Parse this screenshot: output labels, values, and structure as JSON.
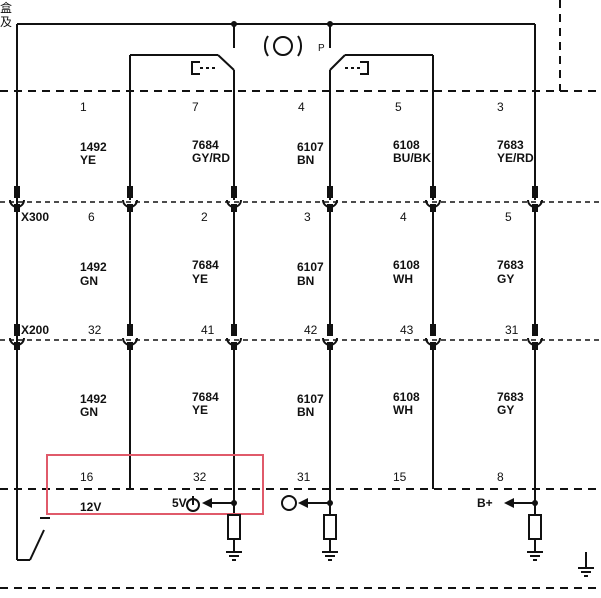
{
  "title_fragment": [
    "盒",
    "及"
  ],
  "switch_symbol": "( )",
  "switch_p_label": "P",
  "connector_rows": [
    {
      "name": "top",
      "pins": [
        "1",
        "7",
        "4",
        "5",
        "3"
      ],
      "circuits": [
        "1492",
        "7684",
        "6107",
        "6108",
        "7683"
      ],
      "colors": [
        "YE",
        "GY/RD",
        "BN",
        "BU/BK",
        "YE/RD"
      ]
    },
    {
      "name": "X300",
      "pins": [
        "6",
        "2",
        "3",
        "4",
        "5"
      ],
      "circuits": [
        "1492",
        "7684",
        "6107",
        "6108",
        "7683"
      ],
      "colors": [
        "GN",
        "YE",
        "BN",
        "WH",
        "GY"
      ]
    },
    {
      "name": "X200",
      "pins": [
        "32",
        "41",
        "42",
        "43",
        "31"
      ],
      "circuits": [
        "1492",
        "7684",
        "6107",
        "6108",
        "7683"
      ],
      "colors": [
        "GN",
        "YE",
        "BN",
        "WH",
        "GY"
      ]
    }
  ],
  "bottom_pins": [
    "16",
    "32",
    "31",
    "15",
    "8"
  ],
  "supply_labels": {
    "v12": "12V",
    "v5": "5V",
    "bplus": "B+"
  },
  "colors": {
    "line": "#111111",
    "highlight": "#e05a6a"
  }
}
